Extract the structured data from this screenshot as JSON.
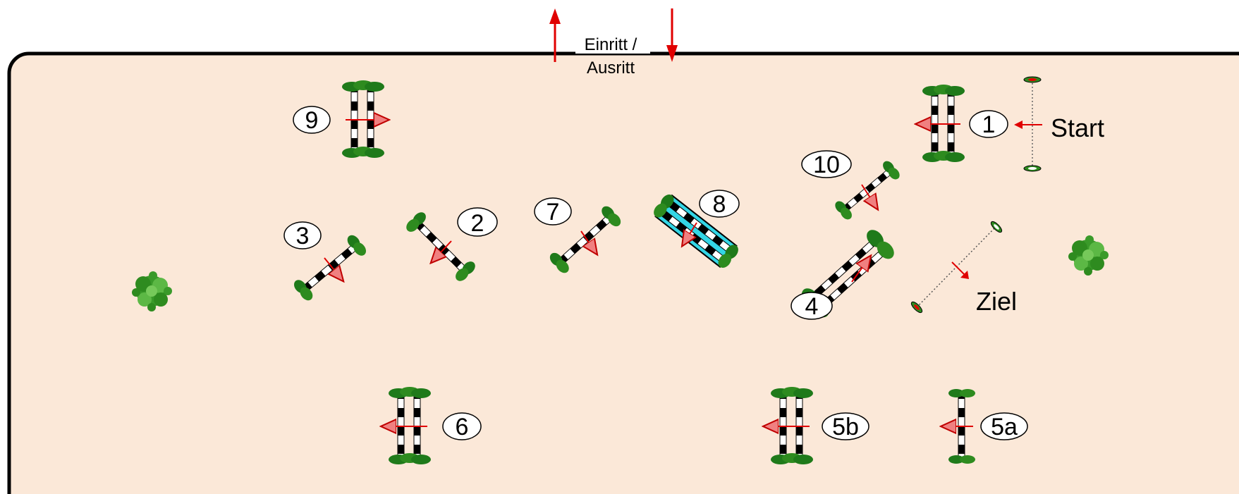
{
  "entrance": {
    "line1": "Einritt /",
    "line2": "Ausritt"
  },
  "start_label": "Start",
  "finish_label": "Ziel",
  "obstacles": [
    {
      "id": "1",
      "label": "1"
    },
    {
      "id": "2",
      "label": "2"
    },
    {
      "id": "3",
      "label": "3"
    },
    {
      "id": "4",
      "label": "4"
    },
    {
      "id": "5a",
      "label": "5a"
    },
    {
      "id": "5b",
      "label": "5b"
    },
    {
      "id": "6",
      "label": "6"
    },
    {
      "id": "7",
      "label": "7"
    },
    {
      "id": "8",
      "label": "8"
    },
    {
      "id": "9",
      "label": "9"
    },
    {
      "id": "10",
      "label": "10"
    }
  ],
  "colors": {
    "arena_fill": "#fbe8d8",
    "arena_border": "#000000",
    "arrow": "#e00000",
    "shrub": "#2e8b1f",
    "water": "#33d6e6"
  }
}
